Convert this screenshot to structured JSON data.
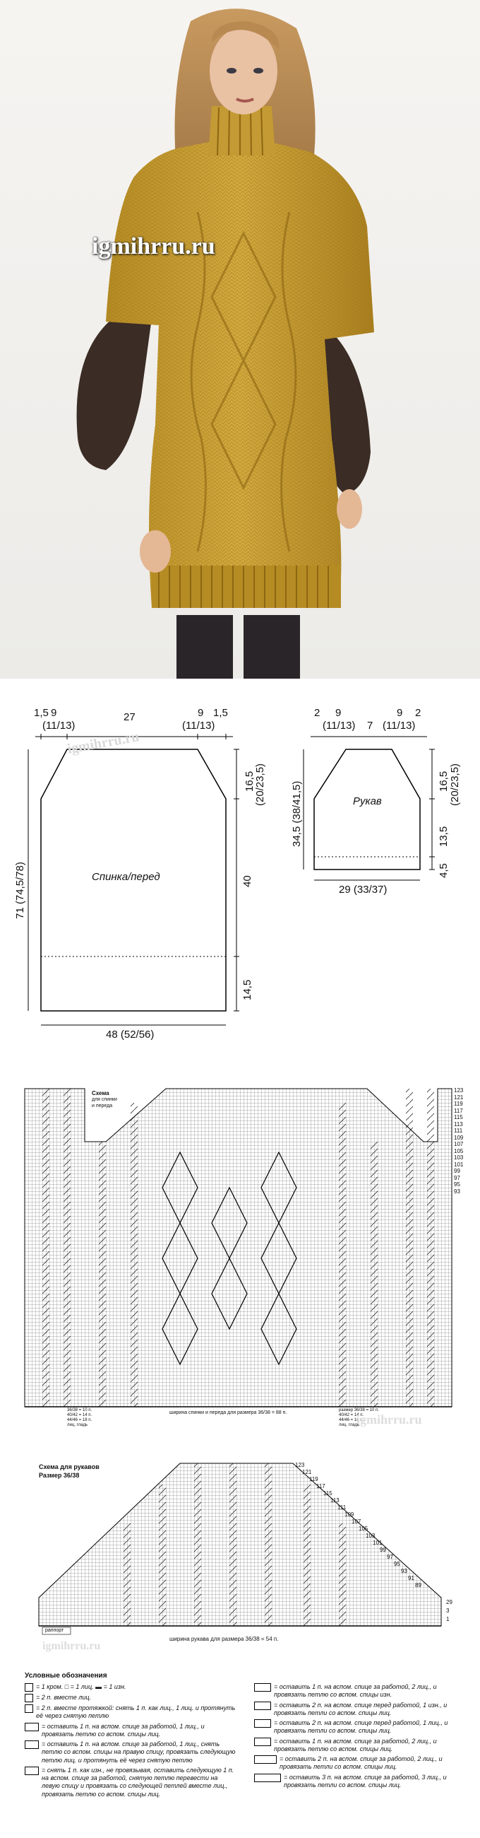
{
  "photo": {
    "watermark": "igmihrru.ru",
    "colors": {
      "sweater": "#c9a23a",
      "sleeve": "#3b2c25",
      "hair": "#b88a52",
      "background": "#f2f1ee"
    }
  },
  "schematic": {
    "watermark": "igmihrru.ru",
    "body": {
      "top_dims": [
        "1,5",
        "9",
        "(11/13)",
        "27",
        "9",
        "(11/13)",
        "1,5"
      ],
      "right_top": "16,5",
      "right_top_alt": "(20/23,5)",
      "right_mid": "40",
      "right_bottom": "14,5",
      "left_height": "71 (74,5/78)",
      "label": "Спинка/перед",
      "bottom_width": "48 (52/56)"
    },
    "sleeve": {
      "top_dims": [
        "2",
        "9",
        "(11/13)",
        "7",
        "9",
        "(11/13)",
        "2"
      ],
      "right_top": "16,5",
      "right_top_alt": "(20/23,5)",
      "right_mid": "13,5",
      "right_bottom": "4,5",
      "left_height": "34,5 (38/41,5)",
      "label": "Рукав",
      "bottom_width": "29 (33/37)"
    }
  },
  "body_chart": {
    "title_line1": "Схема",
    "title_line2": "для спинки",
    "title_line3": "и переда",
    "footer": "ширина спинки и переда для размера 36/38 = 88 п.",
    "left_note_1": "36/38 = 10 п.",
    "left_note_2": "40/42 = 14 п.",
    "left_note_3": "44/46 = 18 п.",
    "left_note_4": "лиц. гладь",
    "right_note_1": "размер 36/38 = 10 п.",
    "right_note_2": "40/42 = 14 п.",
    "right_note_3": "44/46 = 18 п.",
    "right_note_4": "лиц. гладь",
    "top_rows": [
      "123",
      "121",
      "119",
      "117",
      "115",
      "113",
      "111",
      "109",
      "107",
      "105",
      "103",
      "101",
      "99",
      "97",
      "95",
      "93"
    ],
    "watermark": "igmihrru.ru"
  },
  "sleeve_chart": {
    "title": "Схема для рукавов",
    "subtitle": "Размер 36/38",
    "rows": [
      "123",
      "121",
      "119",
      "117",
      "115",
      "113",
      "111",
      "109",
      "107",
      "105",
      "103",
      "101",
      "99",
      "97",
      "95",
      "93",
      "91",
      "89",
      "29",
      "3",
      "1"
    ],
    "rapport": "раппорт",
    "footer": "ширина рукава для размера 36/38 = 54 п.",
    "watermark": "igmihrru.ru"
  },
  "legend": {
    "title": "Условные обозначения",
    "left": [
      "= 1 кром.  □ = 1 лиц.  ▬ = 1 изн.",
      "= 2 п. вместе лиц.",
      "= 2 п. вместе протяжкой: снять 1 п. как лиц., 1 лиц. и протянуть её через снятую петлю",
      "= оставить 1 п. на вспом. спице за работой, 1 лиц., и провязать петлю со вспом. спицы лиц.",
      "= оставить 1 п. на вспом. спице за работой, 1 лиц., снять петлю со вспом. спицы на правую спицу, провязать следующую петлю лиц. и протянуть её через снятую петлю",
      "= снять 1 п. как изн., не провязывая, оставить следующую 1 п. на вспом. спице за работой, снятую петлю перевести на левую спицу и провязать со следующей петлей вместе лиц., провязать петлю со вспом. спицы лиц."
    ],
    "right": [
      "= оставить 1 п. на вспом. спице за работой, 2 лиц., и провязать петлю со вспом. спицы изн.",
      "= оставить 2 п. на вспом. спице перед работой, 1 изн., и провязать петли со вспом. спицы лиц.",
      "= оставить 2 п. на вспом. спице перед работой, 1 лиц., и провязать петли со вспом. спицы лиц.",
      "= оставить 1 п. на вспом. спице за работой, 2 лиц., и провязать петлю со вспом. спицы лиц.",
      "= оставить 2 п. на вспом. спице за работой, 2 лиц., и провязать петли со вспом. спицы лиц.",
      "= оставить 3 п. на вспом. спице за работой, 3 лиц., и провязать петли со вспом. спицы лиц."
    ]
  }
}
